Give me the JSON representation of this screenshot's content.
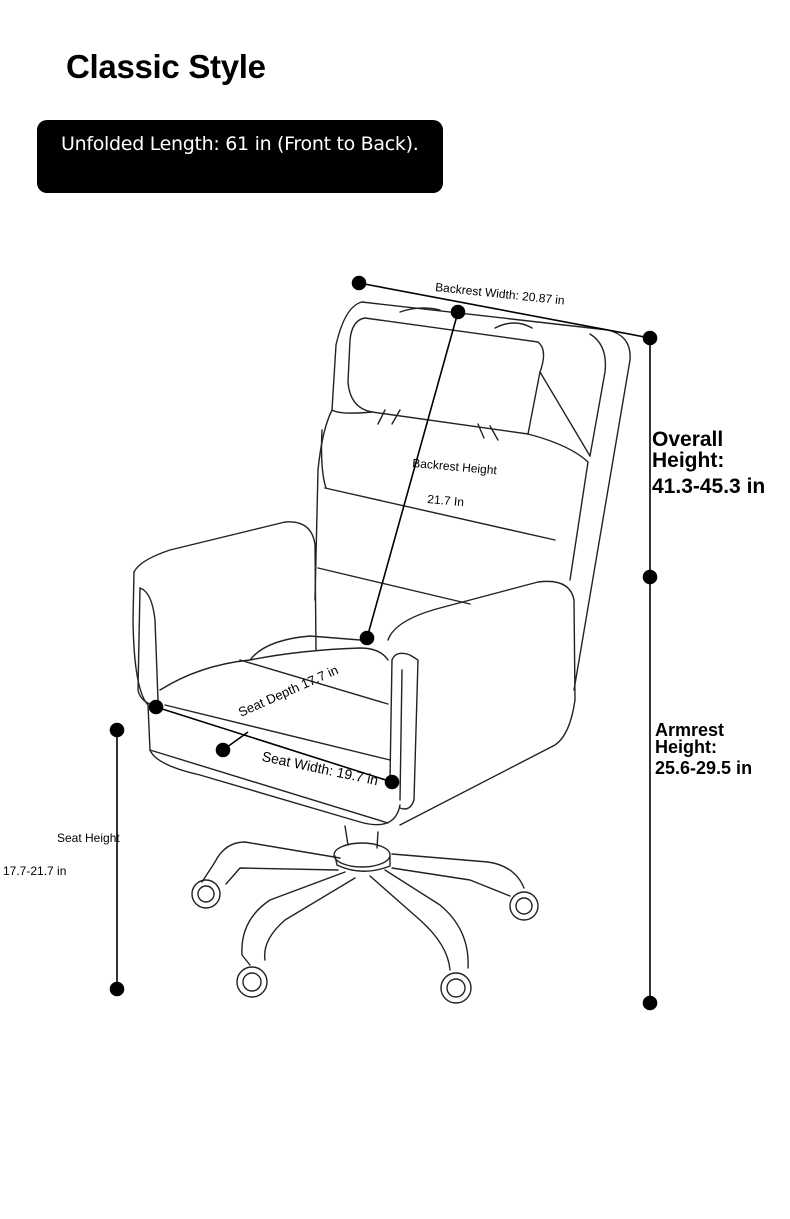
{
  "page": {
    "title": "Classic Style",
    "banner": "Unfolded Length: 61 in (Front to Back)."
  },
  "dimensions": {
    "backrest_width": "Backrest Width: 20.87 in",
    "backrest_height_label": "Backrest Height",
    "backrest_height_value": "21.7 In",
    "seat_depth": "Seat Depth 17.7 in",
    "seat_width": "Seat Width: 19.7 in",
    "seat_height_label": "Seat Height",
    "seat_height_value": "17.7-21.7 in",
    "overall_height_l1": "Overall",
    "overall_height_l2": "Height:",
    "overall_height_value": "41.3-45.3 in",
    "armrest_height_l1": "Armrest",
    "armrest_height_l2": "Height:",
    "armrest_height_value": "25.6-29.5 in"
  },
  "colors": {
    "banner_bg": "#000000",
    "banner_text": "#ffffff",
    "line": "#000000"
  }
}
